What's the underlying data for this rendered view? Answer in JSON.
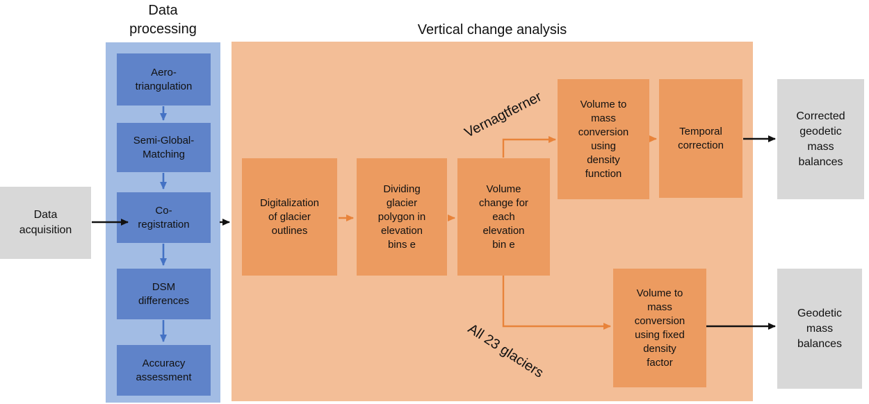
{
  "diagram": {
    "input_box": {
      "label": "Data\nacquisition"
    },
    "data_processing": {
      "title": "Data\nprocessing",
      "steps": [
        {
          "id": "aero-triangulation",
          "label": "Aero-\ntriangulation"
        },
        {
          "id": "semi-global-matching",
          "label": "Semi-Global-\nMatching"
        },
        {
          "id": "co-registration",
          "label": "Co-\nregistration"
        },
        {
          "id": "dsm-differences",
          "label": "DSM\ndifferences"
        },
        {
          "id": "accuracy-assessment",
          "label": "Accuracy\nassessment"
        }
      ]
    },
    "vertical_change_analysis": {
      "title": "Vertical change analysis",
      "steps": [
        {
          "id": "digitalization",
          "label": "Digitalization\nof glacier\noutlines"
        },
        {
          "id": "dividing",
          "label": "Dividing\nglacier\npolygon in\nelevation\nbins e"
        },
        {
          "id": "volume-change",
          "label": "Volume\nchange for\neach\nelevation\nbin e"
        }
      ],
      "upper_branch": {
        "branch_label": "Vernagtferner",
        "steps": [
          {
            "id": "density-function",
            "label": "Volume to\nmass\nconversion\nusing\ndensity\nfunction"
          },
          {
            "id": "temporal-correction",
            "label": "Temporal\ncorrection"
          }
        ]
      },
      "lower_branch": {
        "branch_label": "All 23 glaciers",
        "steps": [
          {
            "id": "fixed-density",
            "label": "Volume to\nmass\nconversion\nusing fixed\ndensity\nfactor"
          }
        ]
      }
    },
    "outputs": {
      "corrected": {
        "label": "Corrected\ngeodetic\nmass\nbalances"
      },
      "geodetic": {
        "label": "Geodetic\nmass\nbalances"
      }
    },
    "colors": {
      "blue_panel": "#A2BCE4",
      "blue_box": "#5F83C9",
      "blue_arrow": "#4472C4",
      "orange_panel": "#F3BE97",
      "orange_box": "#EC9B60",
      "orange_arrow": "#E8833A",
      "gray_box": "#D8D8D8",
      "text": "#111111"
    }
  }
}
